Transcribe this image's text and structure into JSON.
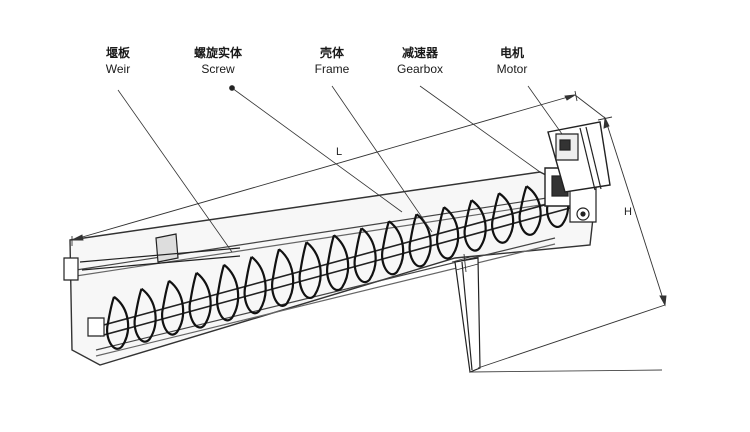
{
  "labels": [
    {
      "id": "weir",
      "cn": "堰板",
      "en": "Weir"
    },
    {
      "id": "screw",
      "cn": "螺旋实体",
      "en": "Screw"
    },
    {
      "id": "frame",
      "cn": "壳体",
      "en": "Frame"
    },
    {
      "id": "gearbox",
      "cn": "减速器",
      "en": "Gearbox"
    },
    {
      "id": "motor",
      "cn": "电机",
      "en": "Motor"
    }
  ],
  "dimensions": {
    "length": "L",
    "height": "H"
  }
}
